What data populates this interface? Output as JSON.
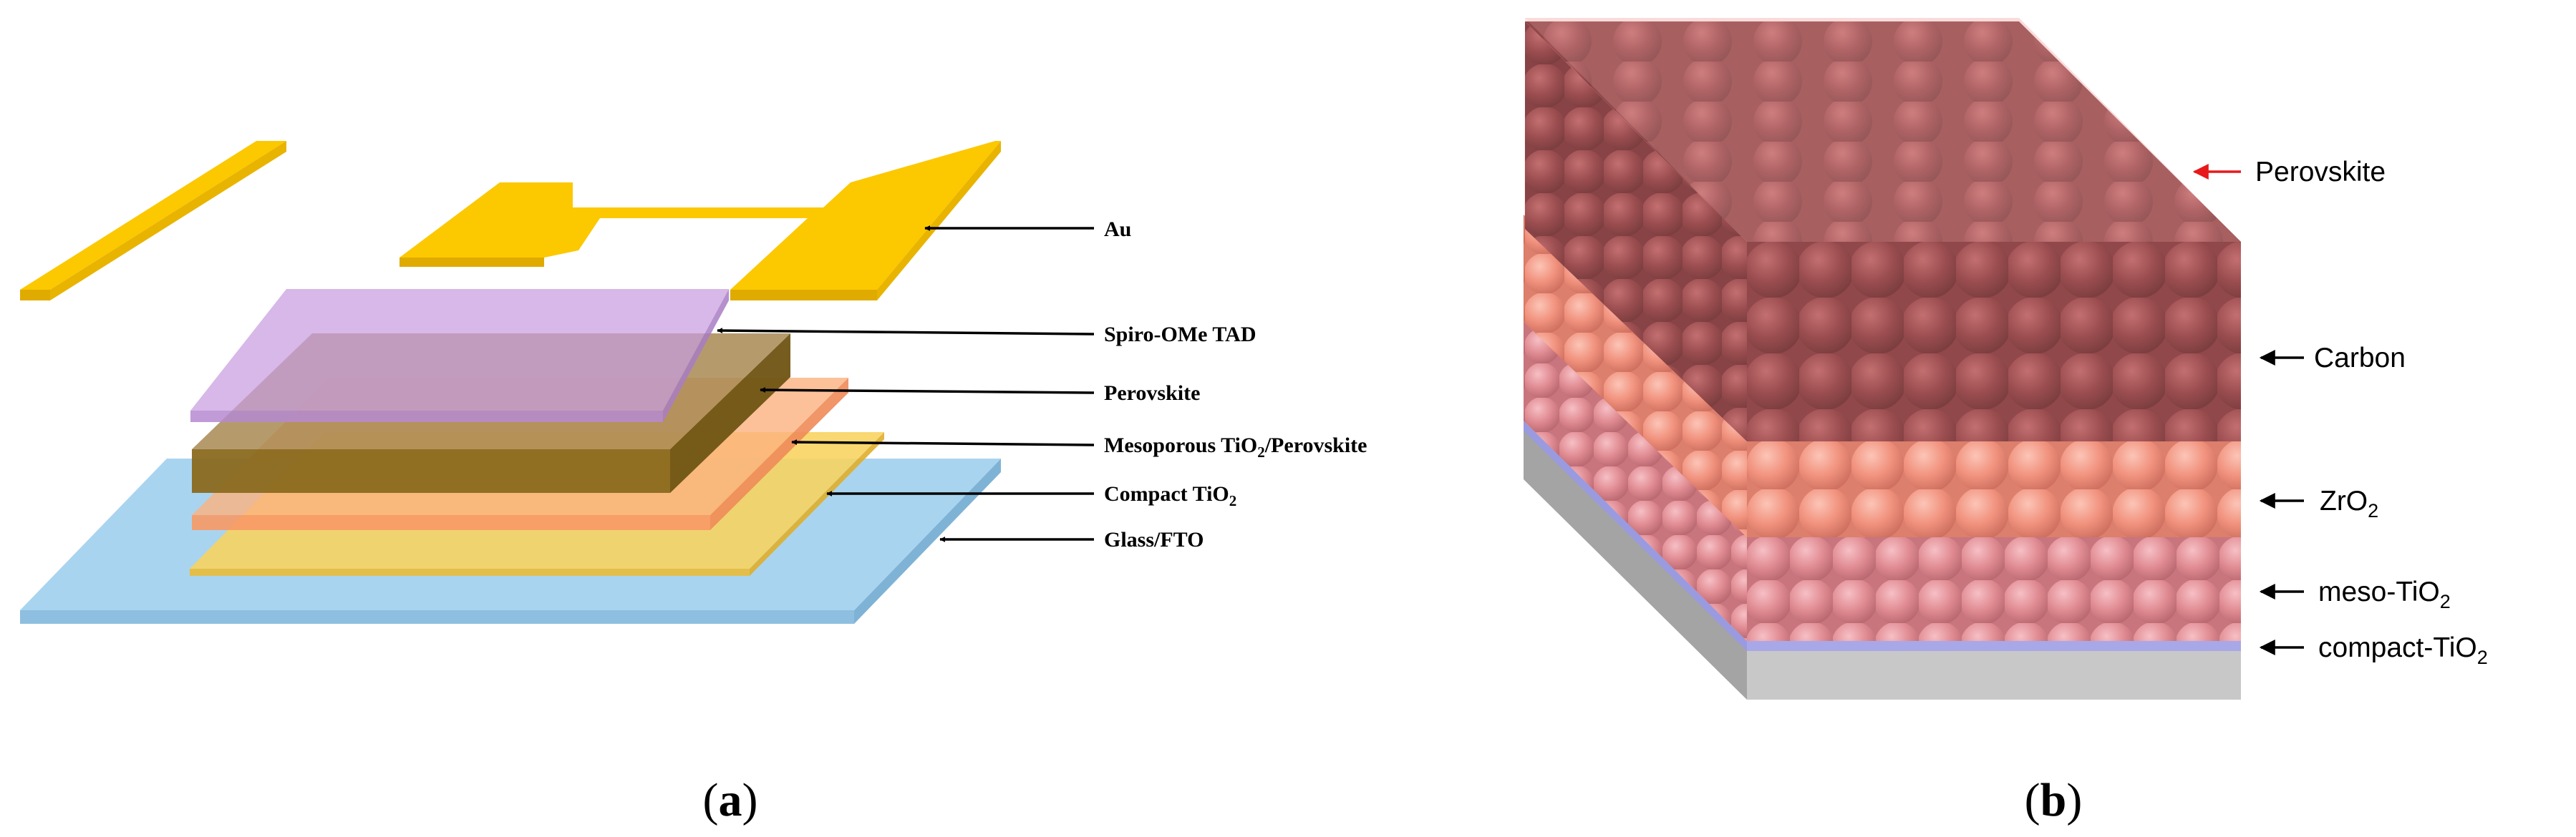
{
  "panel_a": {
    "caption_open": "(",
    "caption_letter": "a",
    "caption_close": ")",
    "labels": {
      "au": "Au",
      "spiro": "Spiro-OMe TAD",
      "perovskite": "Perovskite",
      "meso_pre": "Mesoporous TiO",
      "meso_sub": "2",
      "meso_post": "/Perovskite",
      "compact_pre": "Compact TiO",
      "compact_sub": "2",
      "glass": "Glass/FTO"
    },
    "colors": {
      "au": "#fcc500",
      "spiro": "#cca3e0",
      "perovskite": "#8b6a1e",
      "meso": "#f9a673",
      "compact": "#f6cf50",
      "glass": "#a3d2ee"
    }
  },
  "panel_b": {
    "caption_open": "(",
    "caption_letter": "b",
    "caption_close": ")",
    "labels": {
      "perovskite": "Perovskite",
      "carbon": "Carbon",
      "zro2_pre": "ZrO",
      "zro2_sub": "2",
      "meso_pre": "meso-TiO",
      "meso_sub": "2",
      "compact_pre": "compact-TiO",
      "compact_sub": "2"
    },
    "colors": {
      "perovskite_label": "#e8191b",
      "perovskite_tint": "#f5a9a9",
      "carbon": "#7a2b2e",
      "zro2": "#f08a6e",
      "meso_tio2": "#d9808a",
      "compact_tio2": "#a8a8e8",
      "substrate": "#c8c8c8"
    }
  }
}
